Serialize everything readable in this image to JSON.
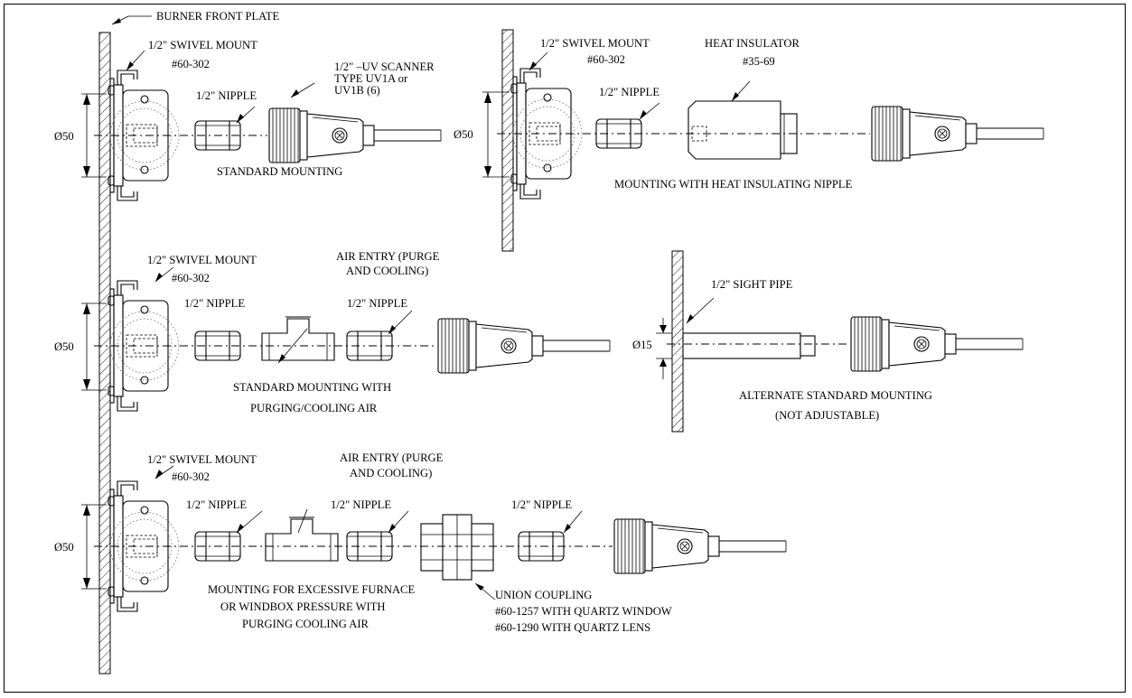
{
  "labels": {
    "burner_front_plate": "BURNER FRONT PLATE",
    "swivel_mount_1": "1/2\" SWIVEL MOUNT",
    "swivel_part_1": "#60-302",
    "uv_scanner_1": "1/2\" –UV SCANNER",
    "uv_scanner_2": "TYPE UV1A or",
    "uv_scanner_3": "UV1B (6)",
    "nipple_1": "1/2\" NIPPLE",
    "dia_1": "Ø50",
    "standard_mounting": "STANDARD MOUNTING",
    "swivel_mount_2": "1/2\" SWIVEL MOUNT",
    "swivel_part_2": "#60-302",
    "heat_insulator": "HEAT INSULATOR",
    "heat_insulator_part": "#35-69",
    "nipple_2": "1/2\" NIPPLE",
    "dia_2": "Ø50",
    "heat_mounting": "MOUNTING WITH HEAT INSULATING NIPPLE",
    "swivel_mount_3": "1/2\" SWIVEL MOUNT",
    "swivel_part_3": "#60-302",
    "air_entry_3a": "AIR ENTRY (PURGE",
    "air_entry_3b": "AND COOLING)",
    "nipple_3a": "1/2\" NIPPLE",
    "nipple_3b": "1/2\" NIPPLE",
    "dia_3": "Ø50",
    "purge_mounting_1": "STANDARD MOUNTING WITH",
    "purge_mounting_2": "PURGING/COOLING AIR",
    "sight_pipe": "1/2\" SIGHT PIPE",
    "dia_4": "Ø15",
    "alt_mounting_1": "ALTERNATE STANDARD MOUNTING",
    "alt_mounting_2": "(NOT ADJUSTABLE)",
    "swivel_mount_5": "1/2\" SWIVEL MOUNT",
    "swivel_part_5": "#60-302",
    "air_entry_5a": "AIR ENTRY (PURGE",
    "air_entry_5b": "AND COOLING)",
    "nipple_5a": "1/2\" NIPPLE",
    "nipple_5b": "1/2\" NIPPLE",
    "nipple_5c": "1/2\" NIPPLE",
    "dia_5": "Ø50",
    "excess_mounting_1": "MOUNTING FOR EXCESSIVE FURNACE",
    "excess_mounting_2": "OR WINDBOX PRESSURE WITH",
    "excess_mounting_3": "PURGING COOLING AIR",
    "union_1": "UNION COUPLING",
    "union_2": "#60-1257 WITH QUARTZ WINDOW",
    "union_3": "#60-1290 WITH QUARTZ LENS"
  }
}
